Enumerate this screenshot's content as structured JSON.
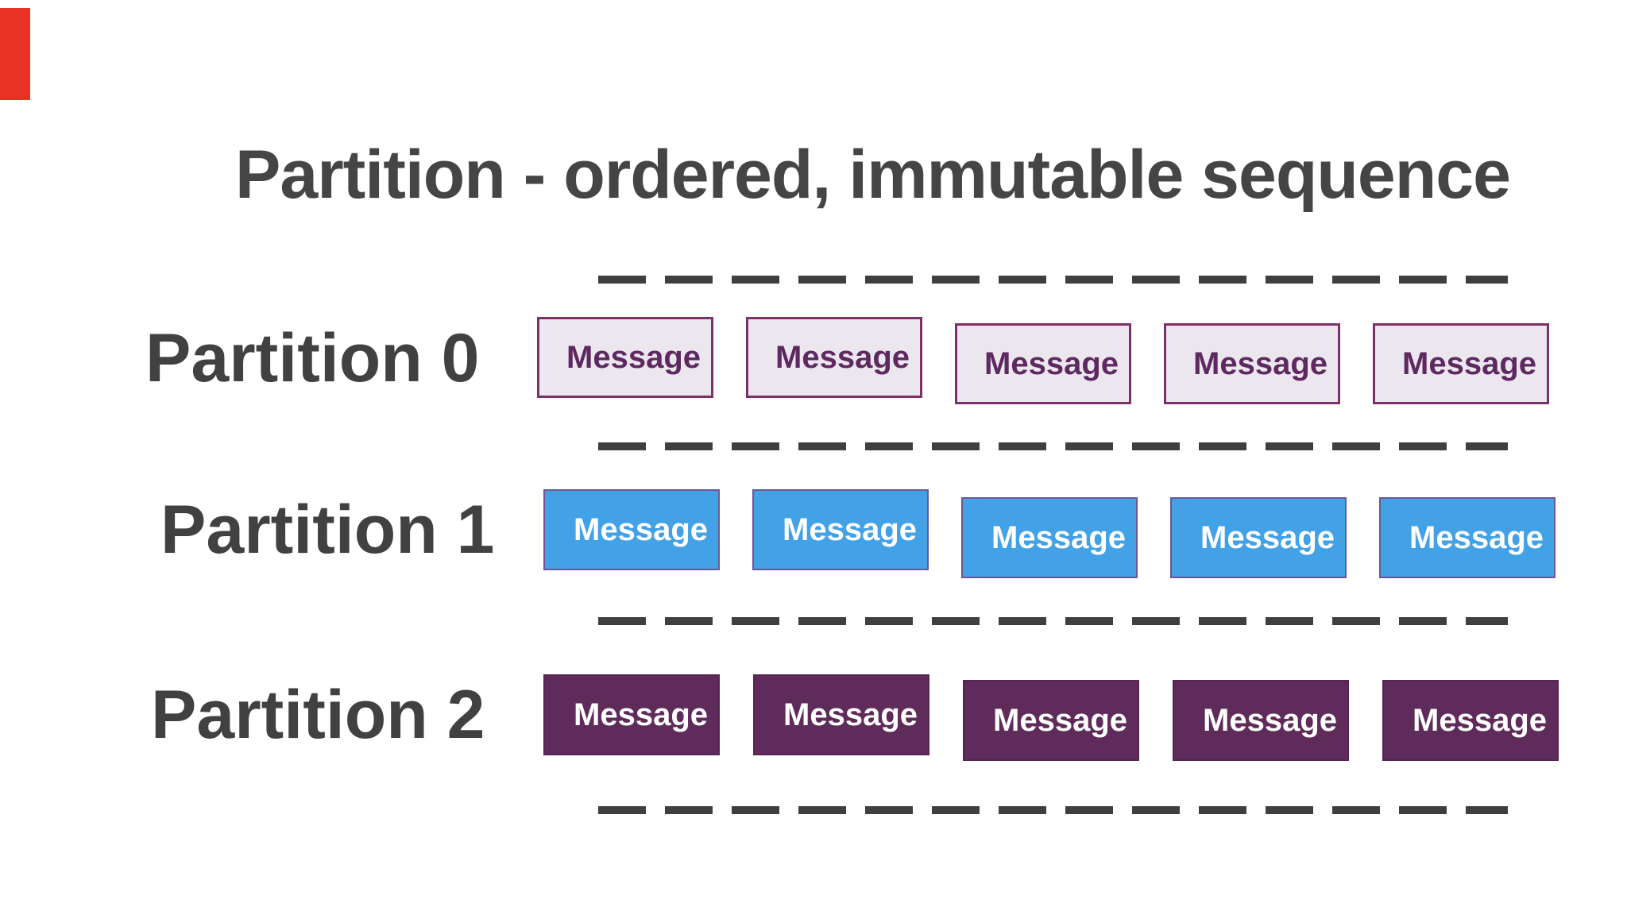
{
  "title": "Partition - ordered, immutable sequence",
  "partitions": [
    {
      "label": "Partition 0",
      "style": "light-lavender",
      "messages": [
        "Message",
        "Message",
        "Message",
        "Message",
        "Message"
      ]
    },
    {
      "label": "Partition 1",
      "style": "blue",
      "messages": [
        "Message",
        "Message",
        "Message",
        "Message",
        "Message"
      ]
    },
    {
      "label": "Partition 2",
      "style": "dark-purple",
      "messages": [
        "Message",
        "Message",
        "Message",
        "Message",
        "Message"
      ]
    }
  ],
  "colors": {
    "background": "#ffffff",
    "title_text": "#454545",
    "label_text": "#414141",
    "dash": "#3f3f3f",
    "partition0_fill": "#ece7ee",
    "partition0_border": "#7b3168",
    "partition0_text": "#5e2960",
    "partition1_fill": "#43a1e5",
    "partition1_border": "#6b5795",
    "partition1_text": "#ffffff",
    "partition2_fill": "#5e2b5a",
    "partition2_border": "#552553",
    "partition2_text": "#ffffff",
    "corner_marker": "#e93223"
  }
}
